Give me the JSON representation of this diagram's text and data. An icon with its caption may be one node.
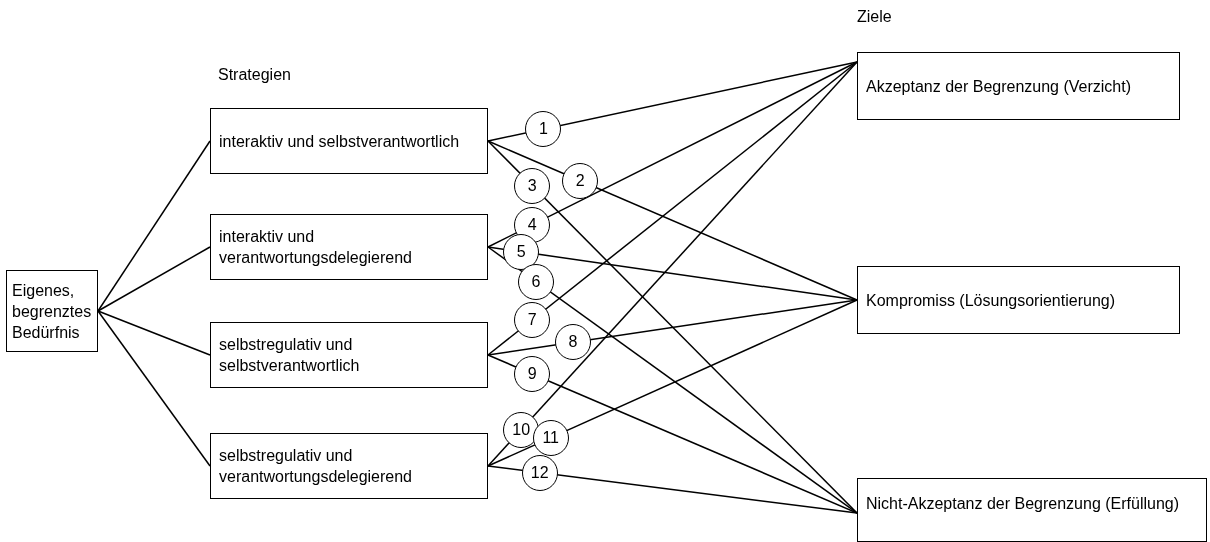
{
  "diagram": {
    "nodes": [
      {
        "text": [
          "Eigenes, begrenztes Bedürfnis"
        ]
      },
      {
        "text": [
          "interaktiv und selbstverantwortlich"
        ]
      },
      {
        "text": [
          "interaktiv und verantwortungsdelegierend"
        ]
      },
      {
        "text": [
          "selbstregulativ und selbstverantwortlich"
        ]
      },
      {
        "text": [
          "selbstregulativ und verantwortungsdelegierend"
        ]
      },
      {
        "text": [
          "Akzeptanz der Begrenzung (Verzicht)"
        ]
      },
      {
        "text": [
          "Kompromiss (Lösungsorientierung)"
        ]
      },
      {
        "text": [
          "Nicht-Akzeptanz der Begrenzung (Erfüllung)"
        ]
      }
    ],
    "edges": [
      {
        "from": 0,
        "to": 1,
        "arrow": "none"
      },
      {
        "from": 0,
        "to": 2,
        "arrow": "none"
      },
      {
        "from": 0,
        "to": 3,
        "arrow": "none"
      },
      {
        "from": 0,
        "to": 4,
        "arrow": "none"
      },
      {
        "from": 1,
        "to": 5,
        "arrow": "none",
        "label": "1"
      },
      {
        "from": 1,
        "to": 6,
        "arrow": "none",
        "label": "2"
      },
      {
        "from": 1,
        "to": 7,
        "arrow": "none",
        "label": "3"
      },
      {
        "from": 2,
        "to": 5,
        "arrow": "none",
        "label": "4"
      },
      {
        "from": 2,
        "to": 6,
        "arrow": "none",
        "label": "5"
      },
      {
        "from": 2,
        "to": 7,
        "arrow": "none",
        "label": "6"
      },
      {
        "from": 3,
        "to": 5,
        "arrow": "none",
        "label": "7"
      },
      {
        "from": 3,
        "to": 6,
        "arrow": "none",
        "label": "8"
      },
      {
        "from": 3,
        "to": 7,
        "arrow": "none",
        "label": "9"
      },
      {
        "from": 4,
        "to": 5,
        "arrow": "none",
        "label": "10"
      },
      {
        "from": 4,
        "to": 6,
        "arrow": "none",
        "label": "11"
      },
      {
        "from": 4,
        "to": 7,
        "arrow": "none",
        "label": "12"
      }
    ],
    "labels": [
      "Ziele",
      "Strategien"
    ]
  }
}
